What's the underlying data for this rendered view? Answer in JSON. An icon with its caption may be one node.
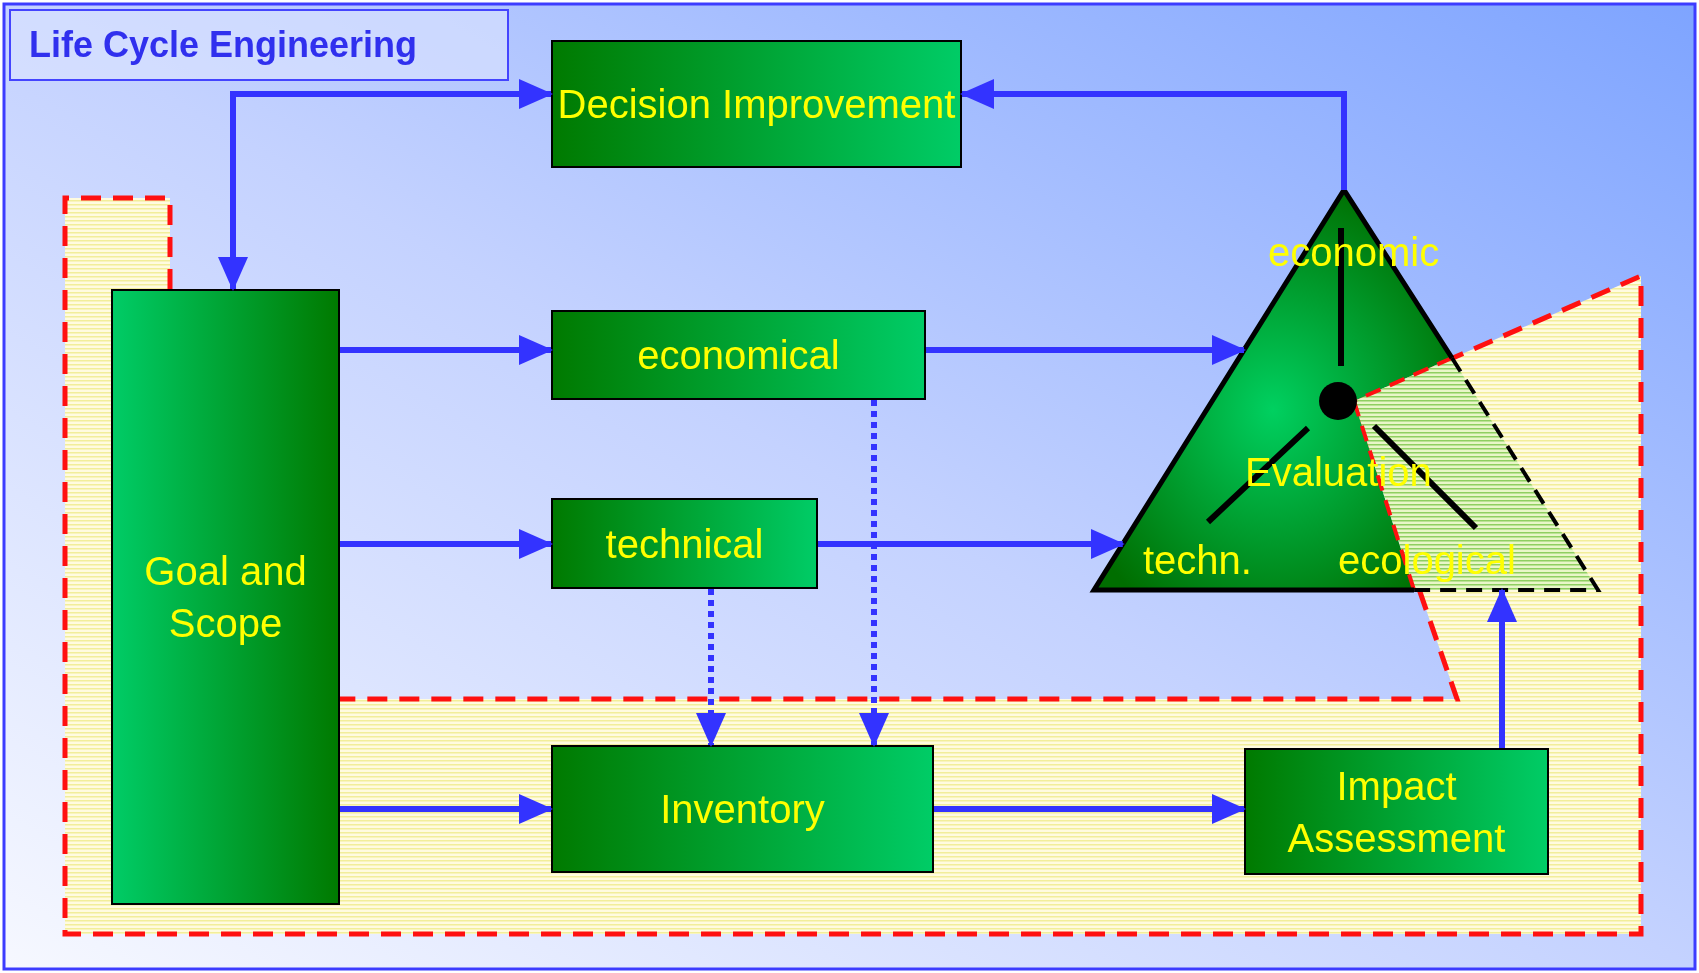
{
  "diagram": {
    "title": "Life Cycle Engineering",
    "nodes": [
      {
        "text": [
          "Decision Improvement"
        ]
      },
      {
        "text": [
          "Goal and Scope"
        ]
      },
      {
        "text": [
          "economical"
        ]
      },
      {
        "text": [
          "technical"
        ]
      },
      {
        "text": [
          "Inventory"
        ]
      },
      {
        "text": [
          "Impact Assessment"
        ]
      },
      {
        "text": [
          "economic",
          "Evaluation",
          "techn.",
          "ecological"
        ]
      }
    ],
    "edges": [
      {
        "from": 1,
        "to": 0,
        "arrow": "both"
      },
      {
        "from": 6,
        "to": 0,
        "arrow": "to"
      },
      {
        "from": 1,
        "to": 2,
        "arrow": "to"
      },
      {
        "from": 1,
        "to": 3,
        "arrow": "to"
      },
      {
        "from": 1,
        "to": 4,
        "arrow": "to"
      },
      {
        "from": 2,
        "to": 6,
        "arrow": "to"
      },
      {
        "from": 3,
        "to": 6,
        "arrow": "to"
      },
      {
        "from": 2,
        "to": 4,
        "arrow": "to",
        "style": "dashed"
      },
      {
        "from": 3,
        "to": 4,
        "arrow": "to",
        "style": "dashed"
      },
      {
        "from": 4,
        "to": 5,
        "arrow": "to"
      },
      {
        "from": 5,
        "to": 6,
        "arrow": "to"
      }
    ]
  }
}
